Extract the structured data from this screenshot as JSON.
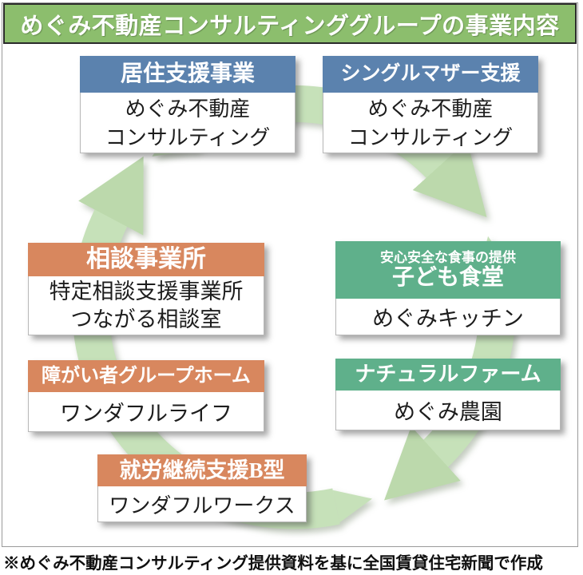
{
  "title": "めぐみ不動産コンサルティンググループの事業内容",
  "source_note": "※めぐみ不動産コンサルティング提供資料を基に全国賃貸住宅新聞で作成",
  "colors": {
    "title_bg": "#8cbe6d",
    "header_blue": "#5b82ae",
    "header_orange": "#d8875e",
    "header_green": "#5fb08b",
    "arrow_green": "#c6e1b9",
    "arrow_head_green": "#bcd9ac"
  },
  "cycle_direction": "clockwise",
  "boxes": [
    {
      "name": "housing-support",
      "theme": "blue",
      "header": "居住支援事業",
      "body_lines": [
        "めぐみ不動産",
        "コンサルティング"
      ]
    },
    {
      "name": "single-mother-support",
      "theme": "blue",
      "header": "シングルマザー支援",
      "body_lines": [
        "めぐみ不動産",
        "コンサルティング"
      ]
    },
    {
      "name": "consultation-office",
      "theme": "orange",
      "header": "相談事業所",
      "body_lines": [
        "特定相談支援事業所",
        "つながる相談室"
      ]
    },
    {
      "name": "kodomo-shokudo",
      "theme": "green",
      "header_sub": "安心安全な食事の提供",
      "header": "子ども食堂",
      "body_lines": [
        "めぐみキッチン"
      ]
    },
    {
      "name": "disability-group-home",
      "theme": "orange",
      "header": "障がい者グループホーム",
      "body_lines": [
        "ワンダフルライフ"
      ]
    },
    {
      "name": "natural-farm",
      "theme": "green",
      "header": "ナチュラルファーム",
      "body_lines": [
        "めぐみ農園"
      ]
    },
    {
      "name": "employment-support-b",
      "theme": "orange",
      "header": "就労継続支援B型",
      "body_lines": [
        "ワンダフルワークス"
      ]
    }
  ]
}
